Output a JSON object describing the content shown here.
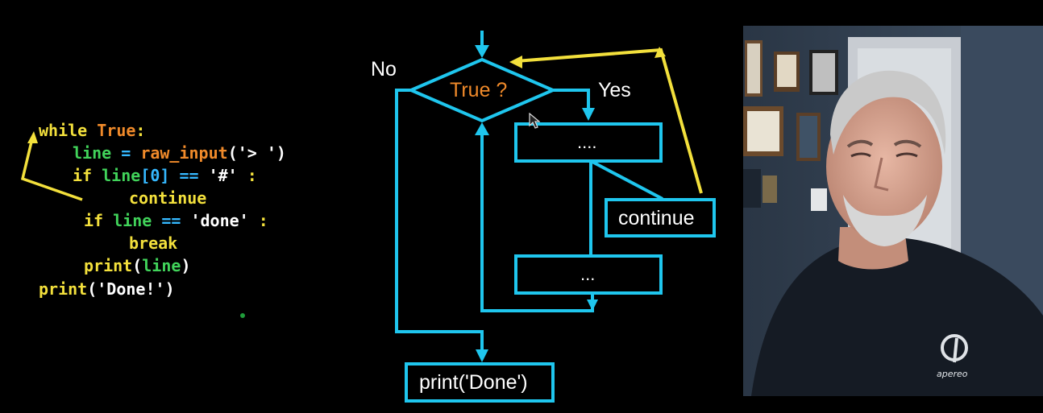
{
  "code": {
    "lines": [
      [
        [
          "kw",
          "while "
        ],
        [
          "lit",
          "True"
        ],
        [
          "kw",
          ":"
        ]
      ],
      [
        [
          "var",
          "line "
        ],
        [
          "op",
          "= "
        ],
        [
          "lit",
          "raw_input"
        ],
        [
          "plain",
          "("
        ],
        [
          "str",
          "'> '"
        ],
        [
          "plain",
          ")"
        ]
      ],
      [
        [
          "kw",
          "if "
        ],
        [
          "var",
          "line"
        ],
        [
          "op",
          "[0]"
        ],
        [
          "op",
          " == "
        ],
        [
          "str",
          "'#' "
        ],
        [
          "kw",
          ":"
        ]
      ],
      [
        [
          "kw",
          "continue"
        ]
      ],
      [
        [
          "kw",
          "if "
        ],
        [
          "var",
          "line "
        ],
        [
          "op",
          "== "
        ],
        [
          "str",
          "'done' "
        ],
        [
          "kw",
          ":"
        ]
      ],
      [
        [
          "kw",
          "break"
        ]
      ],
      [
        [
          "kw",
          "print"
        ],
        [
          "plain",
          "("
        ],
        [
          "var",
          "line"
        ],
        [
          "plain",
          ")"
        ]
      ],
      [
        [
          "kw",
          "print"
        ],
        [
          "plain",
          "("
        ],
        [
          "str",
          "'Done!'"
        ],
        [
          "plain",
          ")"
        ]
      ]
    ]
  },
  "flowchart": {
    "decision_label": "True ?",
    "no_label": "No",
    "yes_label": "Yes",
    "box1_label": "....",
    "continue_label": "continue",
    "box2_label": "...",
    "end_label": "print('Done')"
  },
  "colors": {
    "flow_cyan": "#1fc6ee",
    "loop_yellow": "#f3e03c",
    "decision_text": "#f08a2a",
    "label_white": "#ffffff"
  },
  "icons": {
    "cursor": "mouse-pointer-icon",
    "logo": "apereo-logo-icon"
  }
}
